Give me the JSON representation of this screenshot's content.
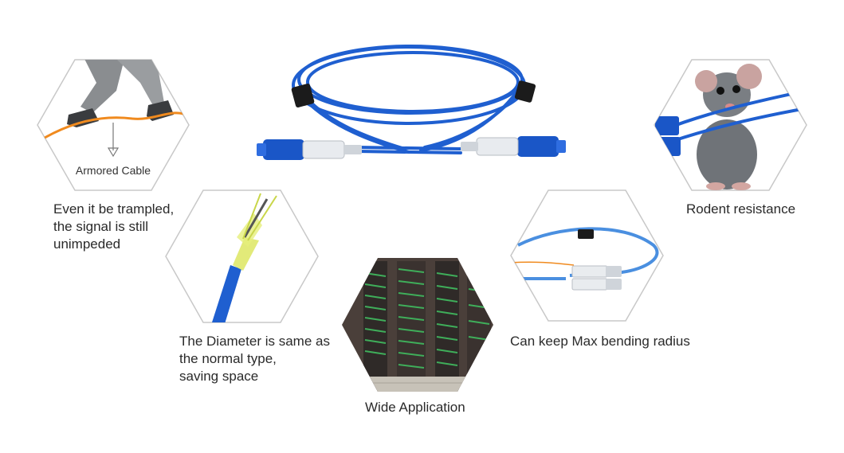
{
  "features": {
    "armored_cable": {
      "image_label": "Armored Cable",
      "caption": "Even it be trampled,\nthe signal is still\nunimpeded"
    },
    "diameter": {
      "caption": "The Diameter is same as\nthe normal type,\nsaving space"
    },
    "wide_application": {
      "caption": "Wide Application"
    },
    "bending": {
      "caption": "Can keep Max bending radius"
    },
    "rodent": {
      "caption": "Rodent resistance"
    }
  },
  "colors": {
    "cable_blue": "#1f5fd0",
    "connector_blue": "#1a56c7",
    "hex_border": "#c8c8c8",
    "trousers_gray": "#8a8d90",
    "orange_cable": "#f08a1e",
    "kevlar_yellow": "#dfe86a",
    "rack_green": "#3fae5a"
  }
}
